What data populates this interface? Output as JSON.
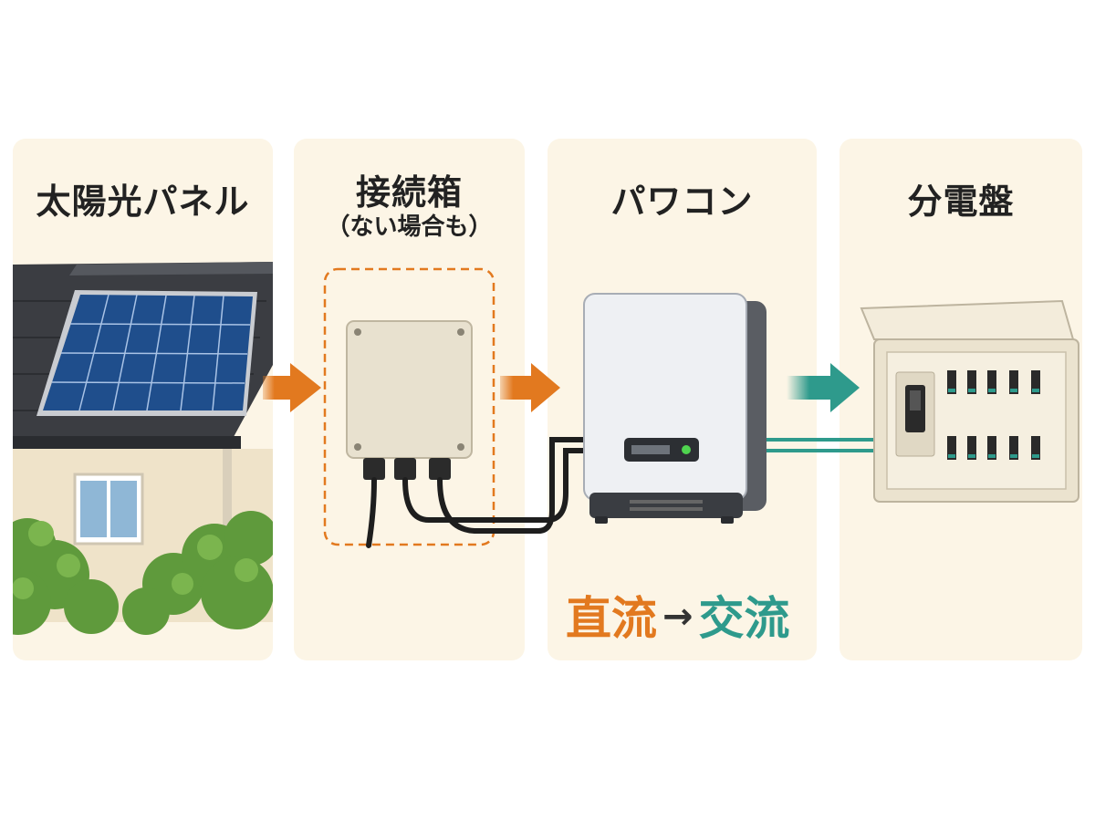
{
  "steps": [
    {
      "title": "太陽光パネル"
    },
    {
      "title": "接続箱",
      "subtitle": "（ない場合も）"
    },
    {
      "title": "パワコン"
    },
    {
      "title": "分電盤"
    }
  ],
  "conversion": {
    "from": "直流",
    "arrow": "→",
    "to": "交流"
  },
  "colors": {
    "dc_orange": "#e2791f",
    "ac_teal": "#2e9a8c",
    "panel_bg": "#fcf5e6"
  },
  "icons": [
    "solar-panel-house-icon",
    "junction-box-icon",
    "power-conditioner-icon",
    "distribution-board-icon"
  ]
}
